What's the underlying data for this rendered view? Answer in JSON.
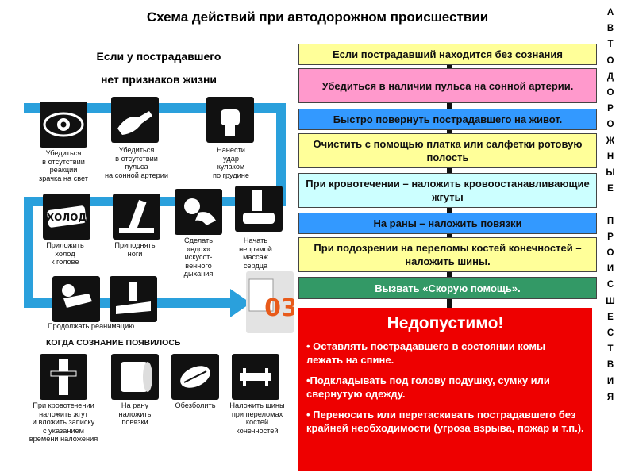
{
  "title": "Схема действий при автодорожном происшествии",
  "vertical_letters": [
    "А",
    "В",
    "Т",
    "О",
    "Д",
    "О",
    "Р",
    "О",
    "Ж",
    "Н",
    "Ы",
    "Е",
    "",
    "П",
    "Р",
    "О",
    "И",
    "С",
    "Ш",
    "Е",
    "С",
    "Т",
    "В",
    "И",
    "Я"
  ],
  "left": {
    "subtitle_line1": "Если у пострадавшего",
    "subtitle_line2": "нет признаков жизни",
    "panel_label_holod": "ХОЛОД",
    "panel_label_03": "03",
    "captions": {
      "eye": "Убедиться\nв отсутствии\nреакции\nзрачка на свет",
      "pulse": "Убедиться\nв отсутствии\nпульса\nна сонной артерии",
      "punch": "Нанести\nудар\nкулаком\nпо грудине",
      "cold": "Приложить\nхолод\nк голове",
      "legs": "Приподнять\nноги",
      "breath": "Сделать\n«вдох»\nискусст-\nвенного\nдыхания",
      "massage": "Начать\nнепрямой\nмассаж\nсердца",
      "continue": "Продолжать реанимацию",
      "tourniquet": "При кровотечении\nналожить жгут\nи вложить записку\nс указанием\nвремени наложения",
      "bandage": "На рану\nналожить\nповязки",
      "pain": "Обезболить",
      "splint": "Наложить шины\nпри переломах\nкостей\nконечностей"
    },
    "section_head": "КОГДА СОЗНАНИЕ ПОЯВИЛОСЬ"
  },
  "flow": {
    "steps": [
      "Если пострадавший находится без сознания",
      "Убедиться в наличии пульса на сонной артерии.",
      "Быстро повернуть пострадавшего на живот.",
      "Очистить с помощью платка или салфетки ротовую полость",
      "При кровотечении – наложить кровоостанавливающие жгуты",
      "На раны – наложить повязки",
      "При подозрении на переломы костей конечностей – наложить шины.",
      "Вызвать «Скорую помощь»."
    ]
  },
  "warning": {
    "title": "Недопустимо!",
    "items": [
      "• Оставлять пострадавшего в состоянии комы лежать на спине.",
      "•Подкладывать под голову подушку, сумку или свернутую одежду.",
      "• Переносить или перетаскивать пострадавшего без крайней необходимости (угроза взрыва, пожар и т.п.)."
    ]
  },
  "colors": {
    "accent_blue": "#2aa0dc",
    "node_yellow": "#ffff99",
    "node_pink": "#ff99cc",
    "node_blue": "#3399ff",
    "node_cyan": "#ccffff",
    "node_green": "#339966",
    "warning_red": "#ee0000"
  }
}
